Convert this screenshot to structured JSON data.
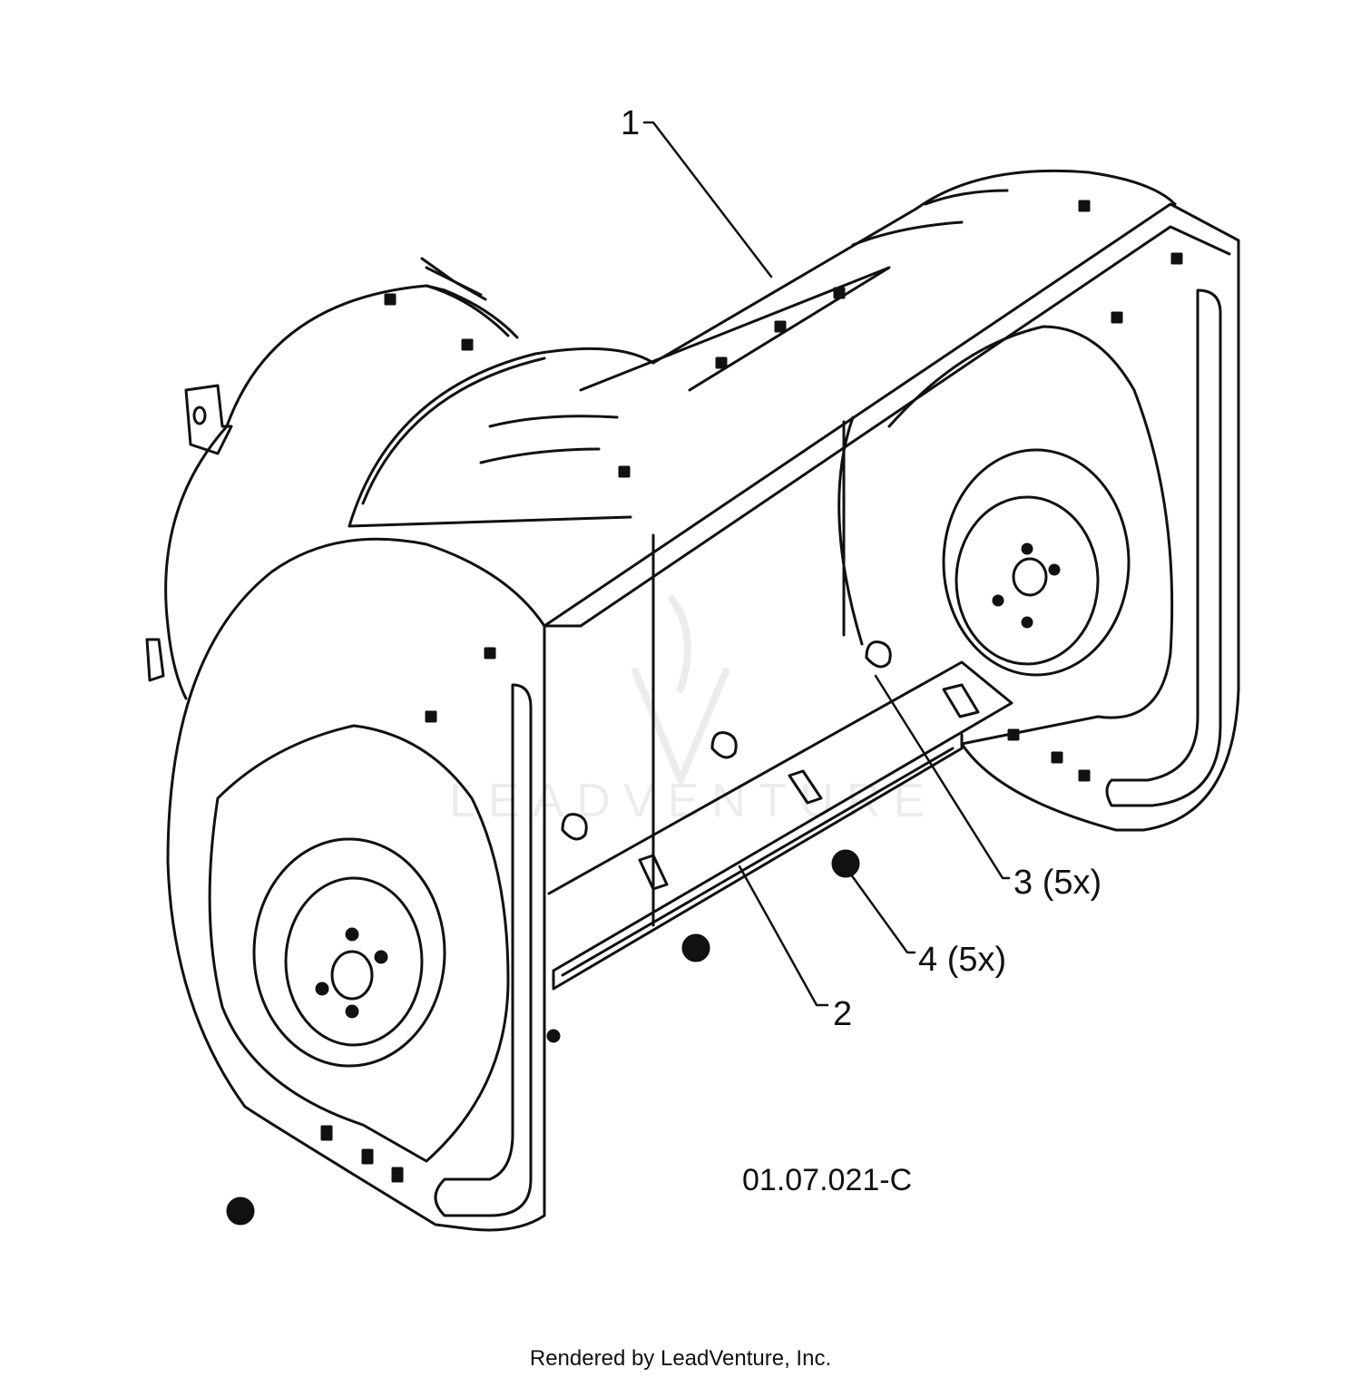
{
  "callouts": [
    {
      "label": "1"
    },
    {
      "label": "2"
    },
    {
      "label": "3 (5x)"
    },
    {
      "label": "4 (5x)"
    }
  ],
  "figure_code": "01.07.021-C",
  "footer": "Rendered by LeadVenture, Inc.",
  "watermark": "LEADVENTURE",
  "colors": {
    "line": "#111111",
    "background": "#ffffff"
  }
}
